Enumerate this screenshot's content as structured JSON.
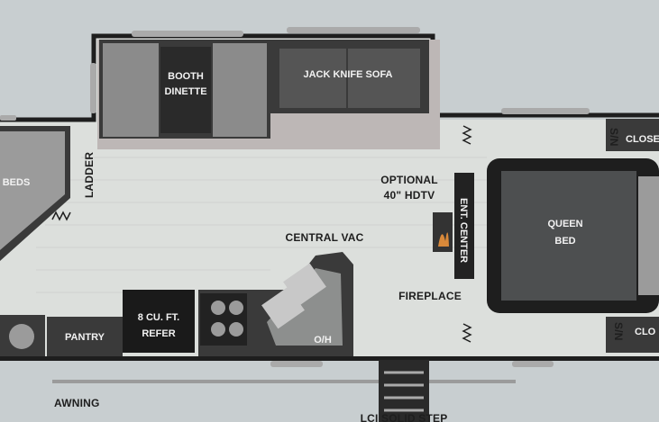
{
  "labels": {
    "booth_dinette_1": "BOOTH",
    "booth_dinette_2": "DINETTE",
    "jack_knife_sofa": "JACK KNIFE SOFA",
    "beds": "BEDS",
    "ladder": "LADDER",
    "optional_hdtv_1": "OPTIONAL",
    "optional_hdtv_2": "40\" HDTV",
    "ent_center": "ENT. CENTER",
    "queen_bed_1": "QUEEN",
    "queen_bed_2": "BED",
    "central_vac": "CENTRAL VAC",
    "fireplace": "FIREPLACE",
    "closet_top": "CLOSE",
    "closet_bottom": "CLO",
    "slideout_top": "S/N",
    "slideout_bottom": "S/N",
    "oh": "O/H",
    "pantry": "PANTRY",
    "refer_1": "8 CU. FT.",
    "refer_2": "REFER",
    "awning": "AWNING",
    "step": "LCI SOLID STEP"
  },
  "colors": {
    "floor": "#dcdfdc",
    "wall": "#1e1e1e",
    "seat": "#5a5a5a",
    "dark": "#2f2f2f",
    "bed": "#4d4f50",
    "counter": "#8d8f8e"
  }
}
